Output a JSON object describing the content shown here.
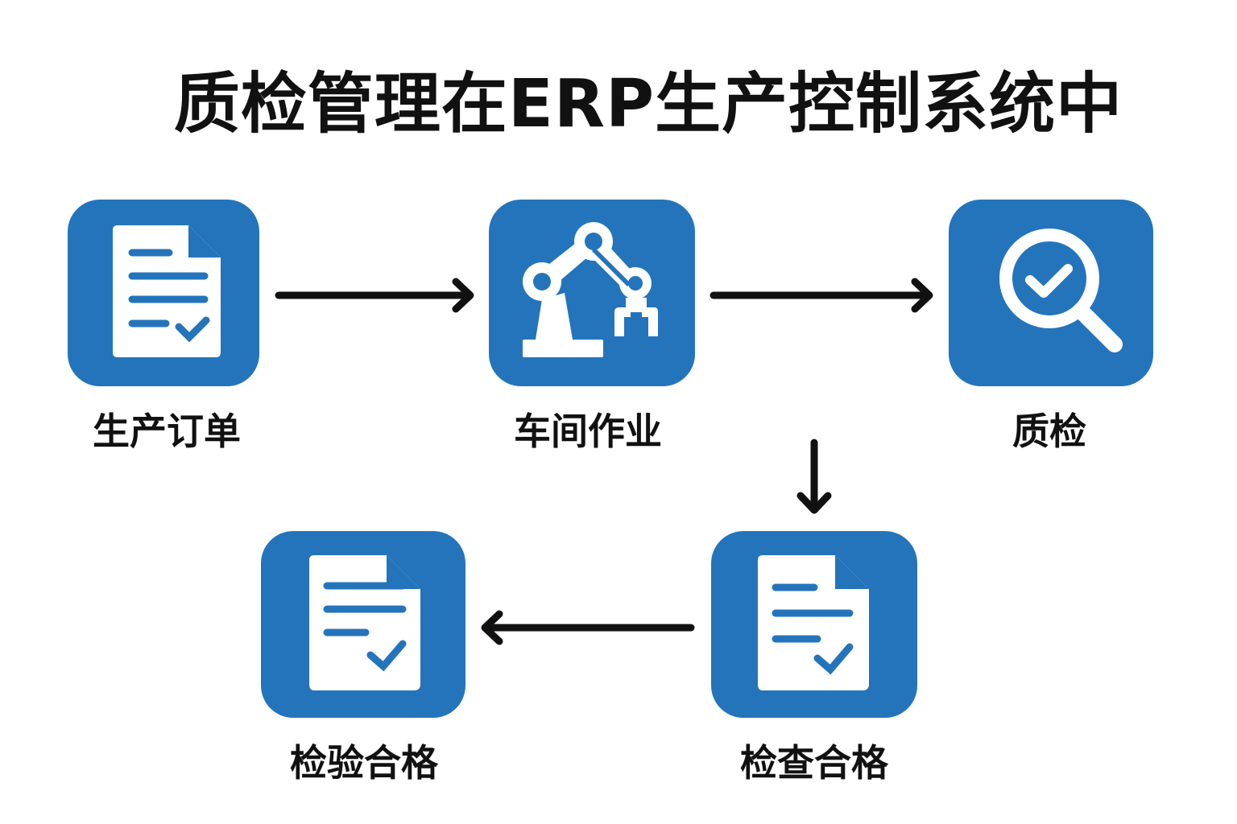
{
  "title": "质检管理在ERP生产控制系统中",
  "colors": {
    "tile": "#2474bb",
    "arrow": "#111111",
    "icon": "#ffffff"
  },
  "nodes": {
    "production_order": {
      "label": "生产订单",
      "icon": "document-check-icon"
    },
    "workshop": {
      "label": "车间作业",
      "icon": "robot-arm-icon"
    },
    "quality_inspection": {
      "label": "质检",
      "icon": "magnifier-check-icon"
    },
    "inspection_passed": {
      "label": "检查合格",
      "icon": "document-check-icon"
    },
    "verification_passed": {
      "label": "检验合格",
      "icon": "document-check-icon"
    }
  },
  "flow": [
    "生产订单 → 车间作业",
    "车间作业 → 质检",
    "质检 → 检查合格",
    "检查合格 → 检验合格"
  ]
}
